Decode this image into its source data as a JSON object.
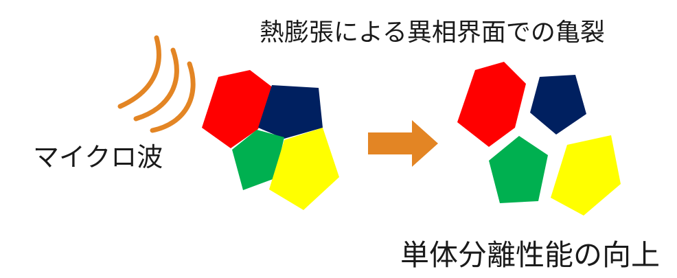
{
  "title": "熱膨張による異相界面での亀裂",
  "wave_label": "マイクロ波",
  "result": "単体分離性能の向上",
  "colors": {
    "wave": "#E38524",
    "arrow": "#E38524",
    "red": "#FF0000",
    "navy": "#002060",
    "green": "#00B050",
    "yellow": "#FFFF00"
  },
  "icons": [
    "microwave-waves-icon",
    "right-arrow-icon"
  ]
}
